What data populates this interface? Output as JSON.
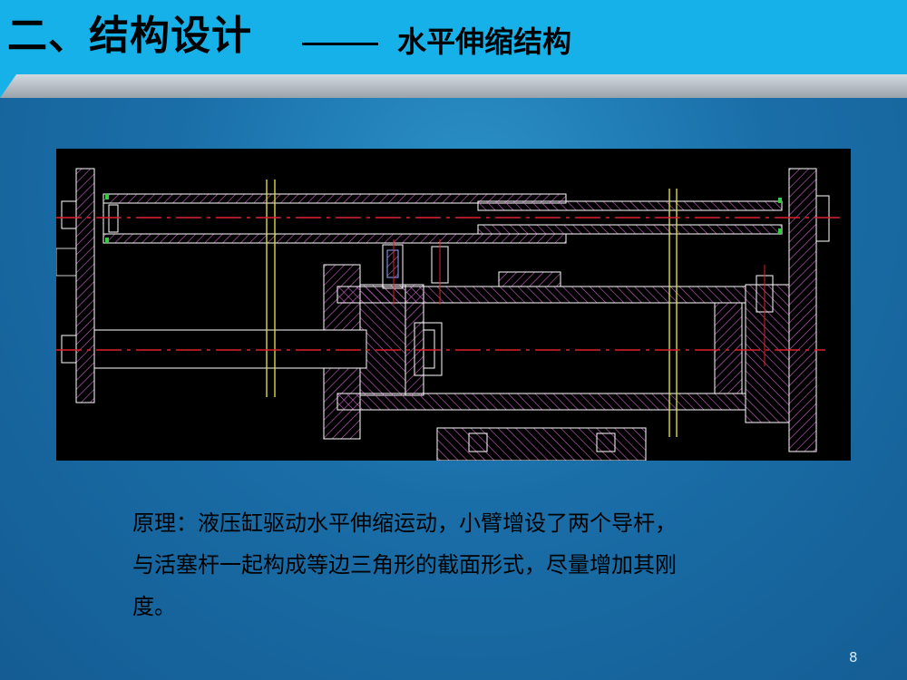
{
  "header": {
    "title": "二、结构设计",
    "subtitle": "水平伸缩结构"
  },
  "drawing": {
    "icon": "hydraulic-telescopic-mechanism-drawing",
    "colors": {
      "background": "#000000",
      "centerline": "#e0202a",
      "outline": "#ffffff",
      "hatch": "#cc66cc",
      "guide": "#dcdc3c",
      "marker": "#30d040"
    }
  },
  "body": {
    "lines": [
      "原理：液压缸驱动水平伸缩运动，小臂增设了两个导杆，",
      "与活塞杆一起构成等边三角形的截面形式，尽量增加其刚",
      "度。"
    ]
  },
  "page_number": "8"
}
